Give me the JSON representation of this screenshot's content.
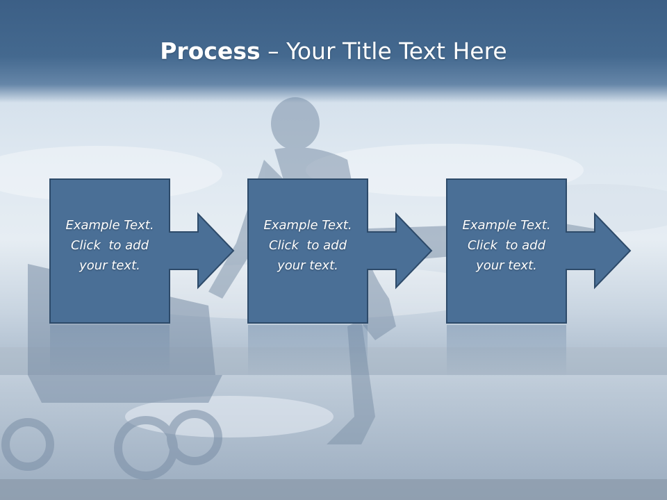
{
  "title": {
    "bold": "Process",
    "rest": " – Your Title Text Here"
  },
  "steps": [
    {
      "lines": [
        "Example Text.",
        "Click  to add",
        "your text."
      ]
    },
    {
      "lines": [
        "Example Text.",
        "Click  to add",
        "your text."
      ]
    },
    {
      "lines": [
        "Example Text.",
        "Click  to add",
        "your text."
      ]
    }
  ],
  "colors": {
    "title_band": "#3f638a",
    "box_fill": "#4a6f96",
    "box_border": "#2d4a69",
    "title_text": "#ffffff",
    "step_text": "#ffffff"
  }
}
